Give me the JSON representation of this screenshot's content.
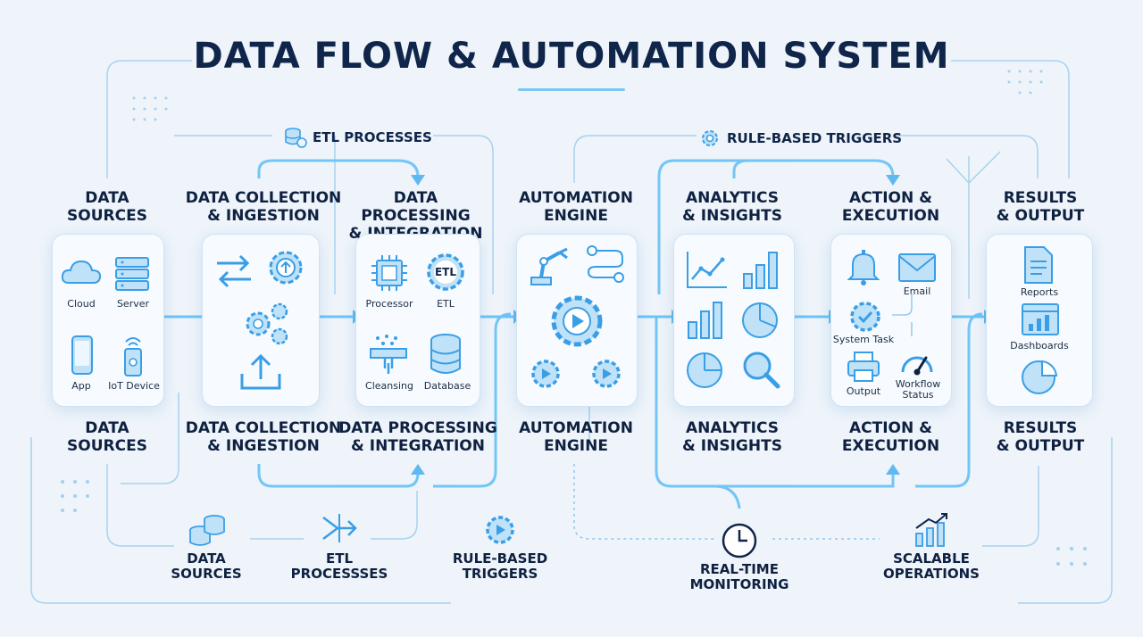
{
  "title": "DATA FLOW & AUTOMATION SYSTEM",
  "tags": {
    "etl": "ETL PROCESSES",
    "triggers": "RULE-BASED TRIGGERS"
  },
  "stages": [
    {
      "top": "DATA\nSOURCES",
      "bottom": "DATA\nSOURCES",
      "items": [
        "Cloud",
        "Server",
        "App",
        "IoT Device"
      ]
    },
    {
      "top": "DATA COLLECTION\n& INGESTION",
      "bottom": "DATA COLLECTION\n& INGESTION"
    },
    {
      "top": "DATA PROCESSING\n& INTEGRATION",
      "bottom": "DATA PROCESSING\n& INTEGRATION",
      "items": [
        "Processor",
        "ETL",
        "Cleansing",
        "Database"
      ],
      "etl_badge": "ETL"
    },
    {
      "top": "AUTOMATION\nENGINE",
      "bottom": "AUTOMATION\nENGINE"
    },
    {
      "top": "ANALYTICS\n& INSIGHTS",
      "bottom": "ANALYTICS\n& INSIGHTS"
    },
    {
      "top": "ACTION &\nEXECUTION",
      "bottom": "ACTION &\nEXECUTION",
      "items": [
        "Email",
        "System Task",
        "Output",
        "Workflow\nStatus"
      ]
    },
    {
      "top": "RESULTS\n& OUTPUT",
      "bottom": "RESULTS\n& OUTPUT",
      "items": [
        "Reports",
        "Dashboards"
      ]
    }
  ],
  "bottom_nodes": [
    "DATA\nSOURCES",
    "ETL\nPROCESSSES",
    "RULE-BASED\nTRIGGERS",
    "REAL-TIME\nMONITORING",
    "SCALABLE\nOPERATIONS"
  ],
  "colors": {
    "accent": "#3a9ee6",
    "glow": "#7cc8f5",
    "ink": "#10254a",
    "icon_fill": "#bfe2f8"
  }
}
